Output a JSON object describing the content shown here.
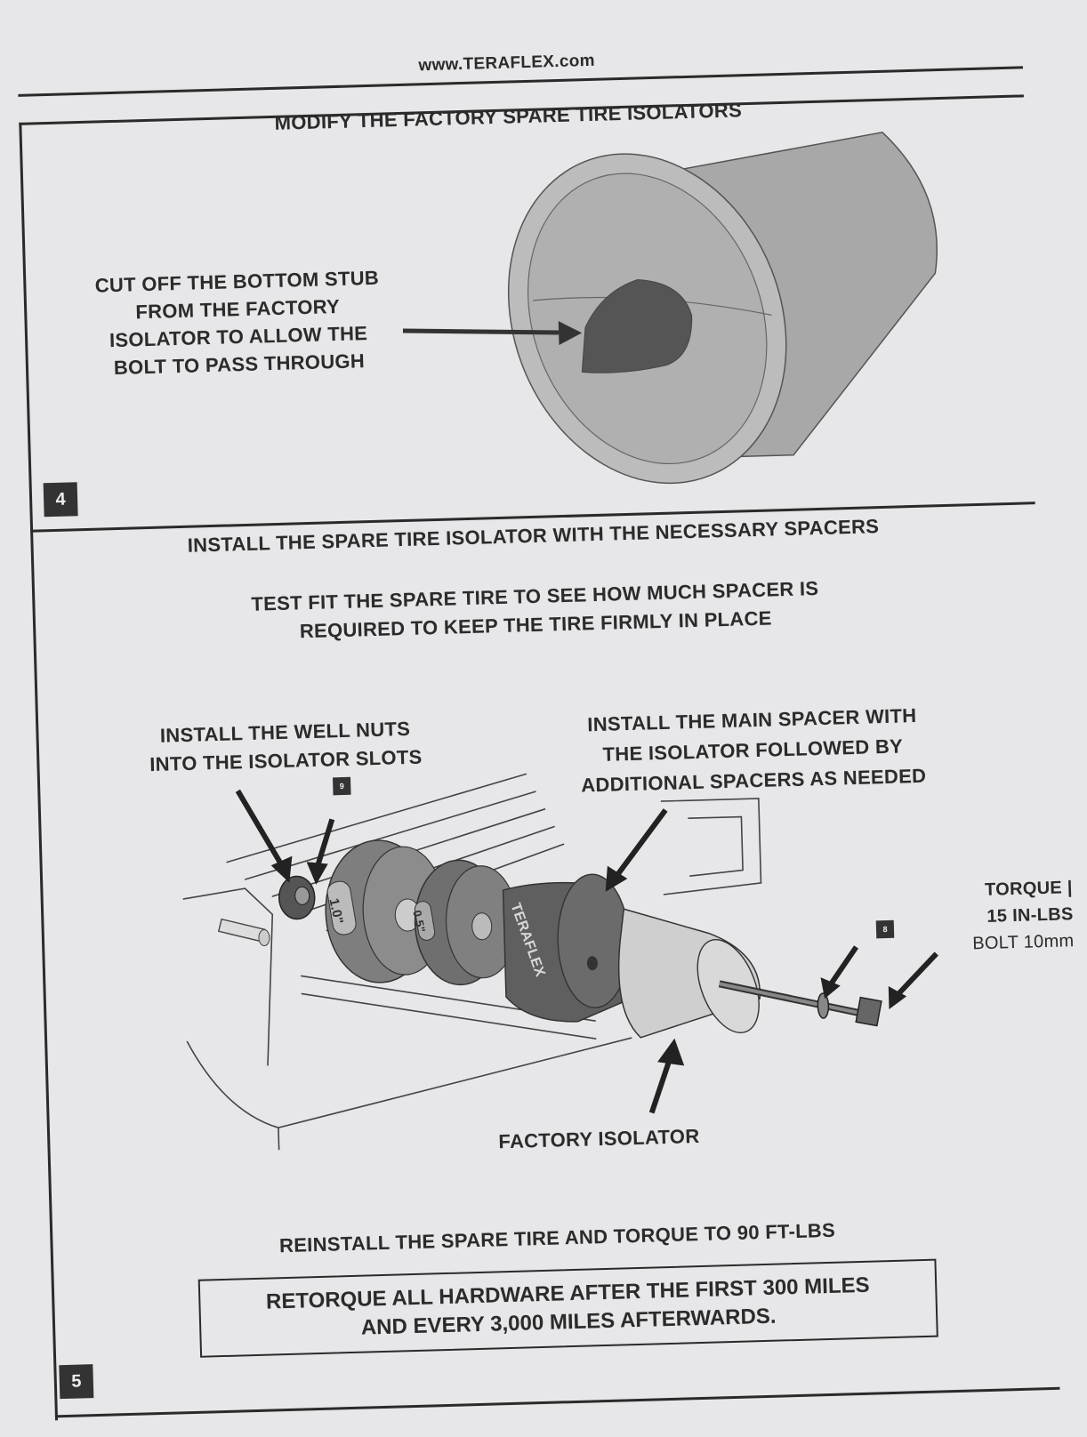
{
  "header": {
    "website": "www.TERAFLEX.com"
  },
  "step4": {
    "number": "4",
    "title": "MODIFY THE FACTORY SPARE TIRE ISOLATORS",
    "instruction_lines": [
      "CUT OFF THE BOTTOM STUB",
      "FROM THE FACTORY",
      "ISOLATOR TO ALLOW THE",
      "BOLT TO PASS THROUGH"
    ]
  },
  "step5": {
    "number": "5",
    "title": "INSTALL THE SPARE TIRE ISOLATOR WITH THE NECESSARY SPACERS",
    "test_fit_lines": [
      "TEST FIT THE SPARE TIRE TO SEE HOW MUCH SPACER IS",
      "REQUIRED TO KEEP THE TIRE FIRMLY IN PLACE"
    ],
    "well_nuts_lines": [
      "INSTALL THE WELL NUTS",
      "INTO THE ISOLATOR SLOTS"
    ],
    "main_spacer_lines": [
      "INSTALL THE MAIN SPACER WITH",
      "THE ISOLATOR FOLLOWED BY",
      "ADDITIONAL SPACERS AS NEEDED"
    ],
    "torque_lines": [
      "TORQUE |",
      "15 IN-LBS",
      "BOLT 10mm"
    ],
    "callout_well_nut": "9",
    "callout_bolt": "8",
    "spacer_label_1": "1.0\"",
    "spacer_label_2": "0.5\"",
    "brand_label": "TERAFLEX",
    "factory_isolator_label": "FACTORY ISOLATOR",
    "reinstall": "REINSTALL THE SPARE TIRE AND TORQUE TO 90 FT-LBS",
    "retorque_lines": [
      "RETORQUE ALL HARDWARE AFTER THE FIRST 300 MILES",
      "AND EVERY 3,000 MILES AFTERWARDS."
    ]
  }
}
